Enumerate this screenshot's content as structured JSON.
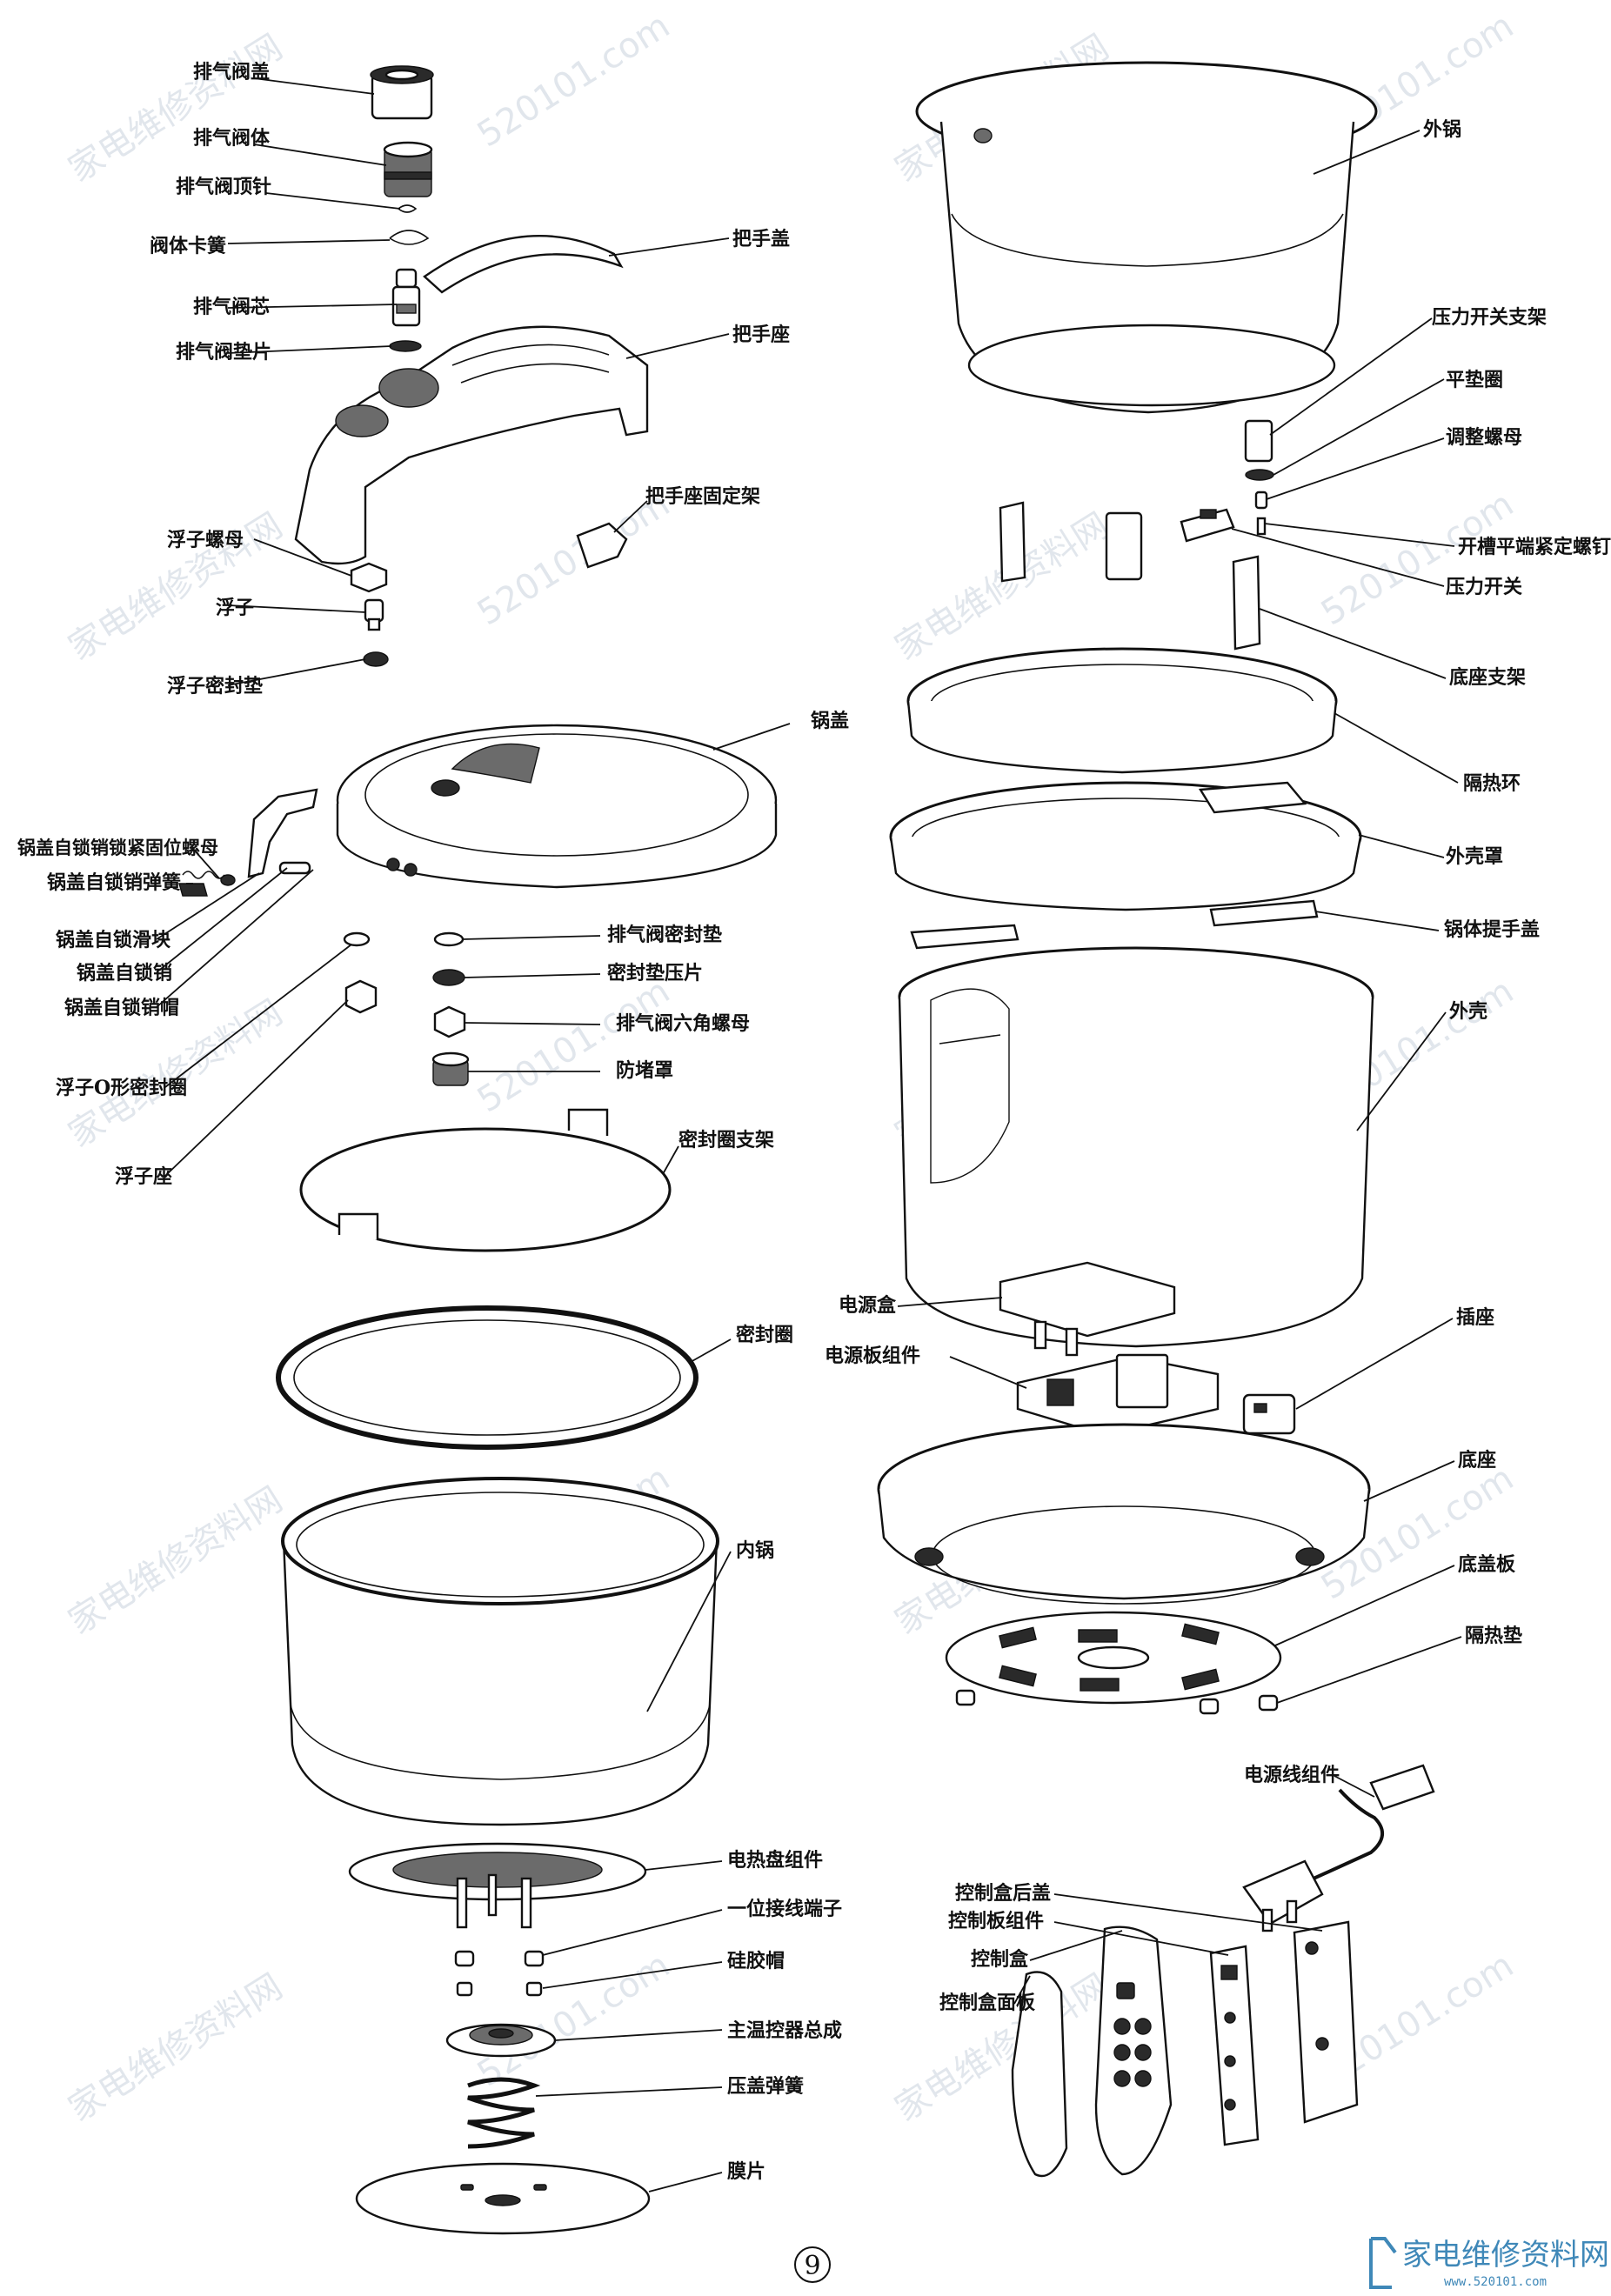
{
  "watermark": {
    "cn": "家电维修资料网",
    "url": "520101.com"
  },
  "page_number": "9",
  "logo": {
    "text": "家电维修资料网",
    "sub": "www.520101.com"
  },
  "left_column_labels": [
    "排气阀盖",
    "排气阀体",
    "排气阀顶针",
    "阀体卡簧",
    "排气阀芯",
    "排气阀垫片",
    "把手盖",
    "把手座",
    "把手座固定架",
    "浮子螺母",
    "浮子",
    "浮子密封垫",
    "锅盖",
    "锅盖自锁销锁紧固位螺母",
    "锅盖自锁销弹簧",
    "锅盖自锁滑块",
    "锅盖自锁销",
    "锅盖自锁销帽",
    "排气阀密封垫",
    "密封垫压片",
    "排气阀六角螺母",
    "防堵罩",
    "浮子O形密封圈",
    "浮子座",
    "密封圈支架",
    "密封圈",
    "内锅",
    "电热盘组件",
    "一位接线端子",
    "硅胶帽",
    "主温控器总成",
    "压盖弹簧",
    "膜片"
  ],
  "right_column_labels": [
    "外锅",
    "压力开关支架",
    "平垫圈",
    "调整螺母",
    "开槽平端紧定螺钉",
    "压力开关",
    "底座支架",
    "隔热环",
    "外壳罩",
    "锅体提手盖",
    "外壳",
    "电源盒",
    "电源板组件",
    "插座",
    "底座",
    "底盖板",
    "隔热垫",
    "电源线组件",
    "控制盒后盖",
    "控制板组件",
    "控制盒",
    "控制盒面板"
  ],
  "icons": {
    "logo_mark": "folder-bracket-icon"
  },
  "colors": {
    "ink": "#111111",
    "watermark": "#c9d3de",
    "logo": "#3f88b8"
  }
}
